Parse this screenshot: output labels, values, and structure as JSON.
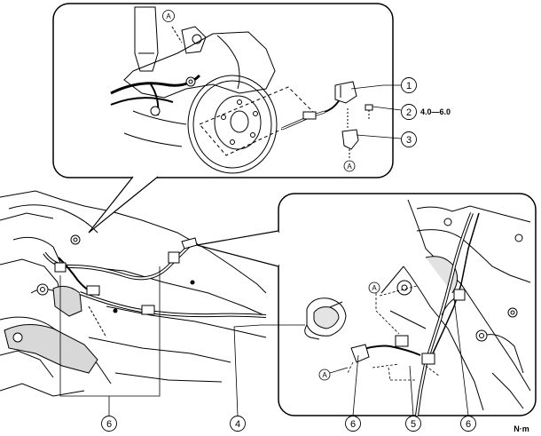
{
  "diagram": {
    "reference_mark": "A",
    "torque_unit": "N·m",
    "callouts": [
      {
        "id": "1",
        "label": "1"
      },
      {
        "id": "2",
        "label": "2",
        "torque": "4.0—6.0"
      },
      {
        "id": "3",
        "label": "3"
      },
      {
        "id": "4",
        "label": "4"
      },
      {
        "id": "5",
        "label": "5"
      },
      {
        "id": "6",
        "label": "6"
      }
    ]
  }
}
